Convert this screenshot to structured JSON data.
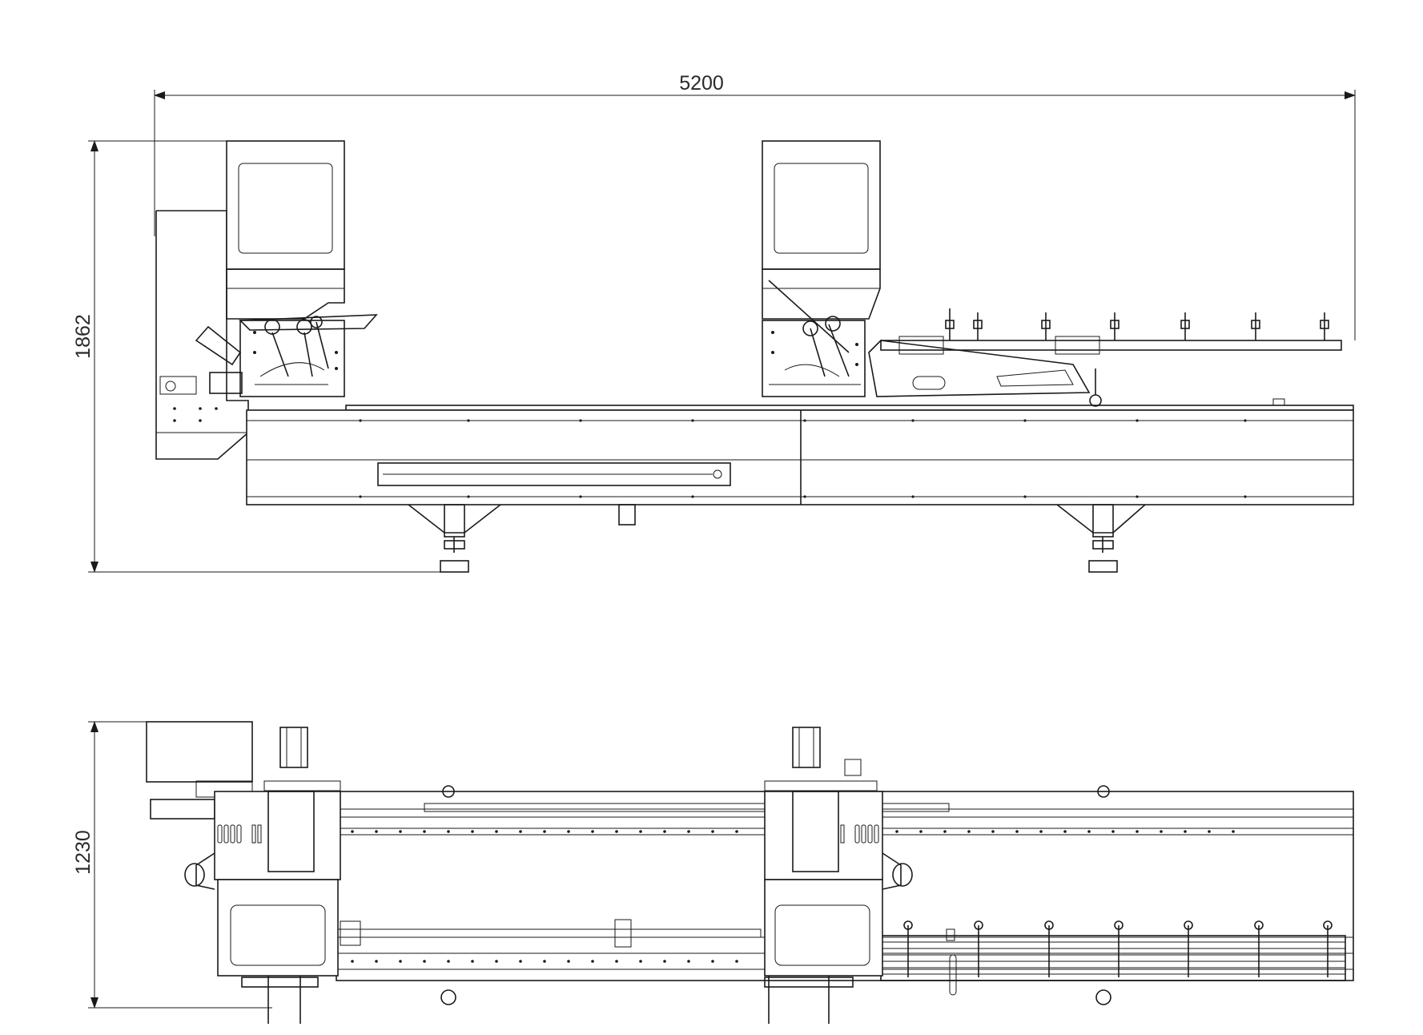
{
  "dimensions": {
    "overall_length": "5200",
    "height": "1862",
    "depth": "1230"
  },
  "colors": {
    "line": "#1a1a1a",
    "background": "#ffffff"
  }
}
